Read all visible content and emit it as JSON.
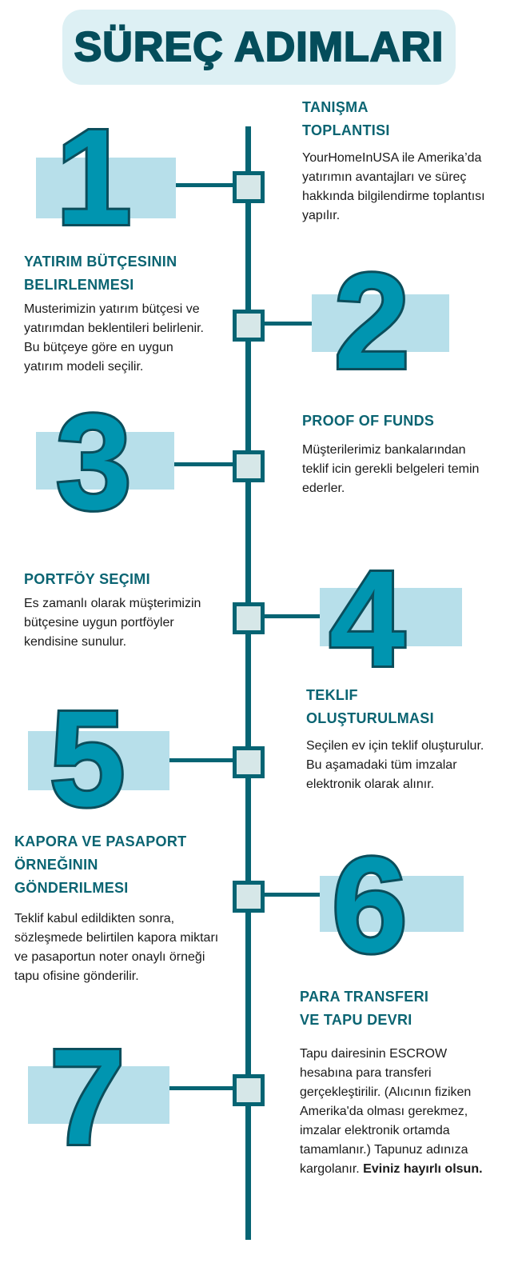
{
  "title": "SÜREÇ ADIMLARI",
  "colors": {
    "accent": "#0095b0",
    "dark": "#066473",
    "title_bg": "#ddf0f4",
    "backing": "#b7dfea"
  },
  "steps": [
    {
      "number": "1",
      "heading": "TANIŞMA TOPLANTISI",
      "body": "YourHomeInUSA ile Amerika’da yatırımın avantajları ve süreç hakkında bilgilendirme toplantısı yapılır."
    },
    {
      "number": "2",
      "heading": "YATIRIM BÜTÇESININ BELIRLENMESI",
      "body": "Musterimizin yatırım bütçesi ve yatırımdan beklentileri belirlenir. Bu bütçeye göre en uygun yatırım modeli seçilir."
    },
    {
      "number": "3",
      "heading": "PROOF OF FUNDS",
      "body": "Müşterilerimiz bankalarından teklif icin gerekli belgeleri temin ederler."
    },
    {
      "number": "4",
      "heading": "PORTFÖY SEÇIMI",
      "body": "Es zamanlı olarak müşterimizin bütçesine uygun portföyler kendisine sunulur."
    },
    {
      "number": "5",
      "heading": "TEKLIF OLUŞTURULMASI",
      "body": "Seçilen ev için teklif oluşturulur. Bu aşamadaki tüm imzalar elektronik olarak alınır."
    },
    {
      "number": "6",
      "heading": "KAPORA VE PASAPORT ÖRNEĞININ GÖNDERILMESI",
      "body": "Teklif kabul edildikten sonra, sözleşmede belirtilen kapora miktarı ve pasaportun noter onaylı örneği tapu ofisine gönderilir."
    },
    {
      "number": "7",
      "heading": "PARA TRANSFERI VE TAPU DEVRI",
      "body": "Tapu dairesinin ESCROW hesabına para transferi gerçekleştirilir. (Alıcının fiziken Amerika'da olması gerekmez, imzalar elektronik ortamda tamamlanır.) Tapunuz adınıza kargolanır.",
      "body_bold": "Eviniz hayırlı olsun."
    }
  ]
}
